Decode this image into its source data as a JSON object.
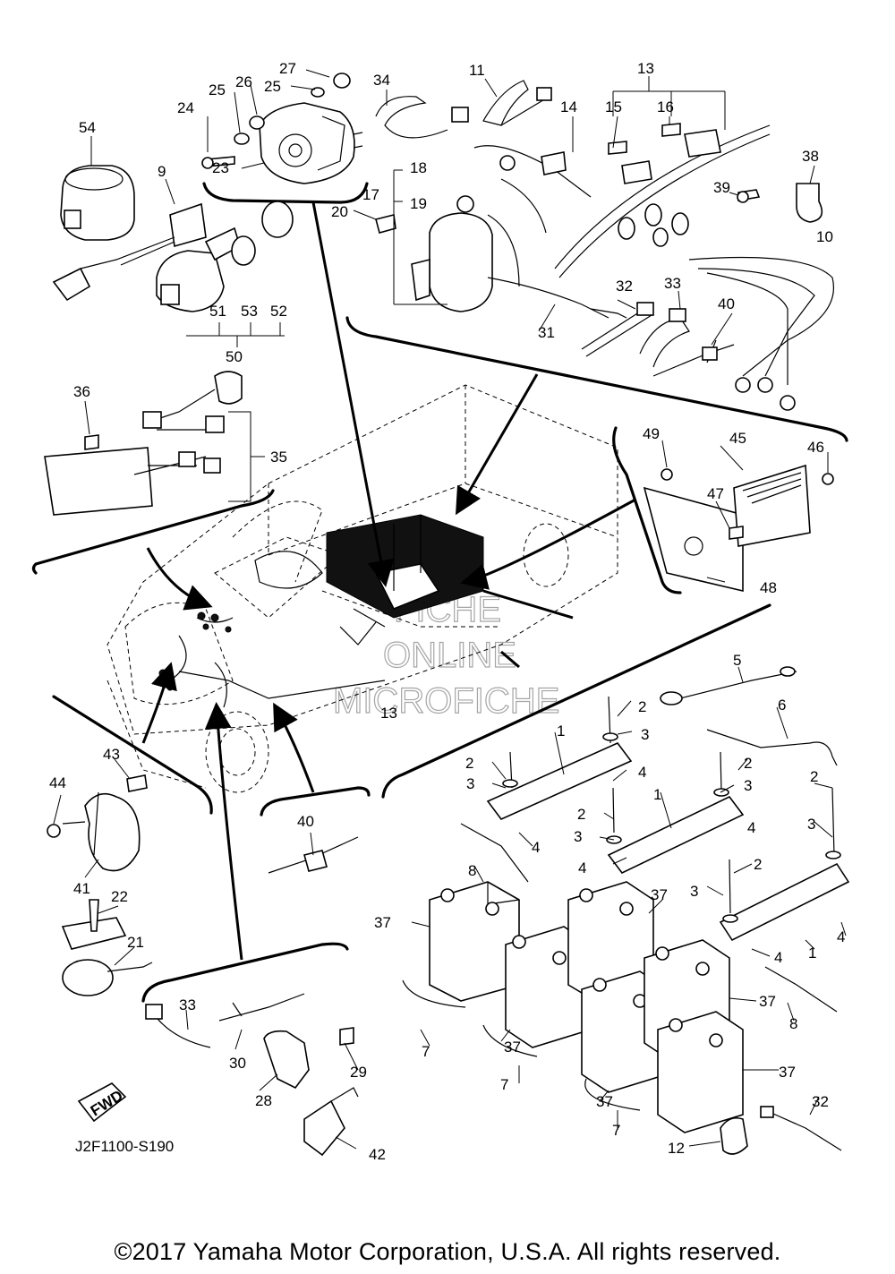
{
  "diagram_code": "J2F1100-S190",
  "fwd_label": "FWD",
  "watermark": [
    "FICHE",
    "ONLINE",
    "MICROFICHE"
  ],
  "copyright": "©2017 Yamaha Motor Corporation, U.S.A. All rights reserved.",
  "callouts": [
    "1",
    "2",
    "3",
    "4",
    "5",
    "6",
    "7",
    "8",
    "9",
    "10",
    "11",
    "12",
    "13",
    "14",
    "15",
    "16",
    "17",
    "18",
    "19",
    "20",
    "21",
    "22",
    "23",
    "24",
    "25",
    "26",
    "27",
    "28",
    "29",
    "30",
    "31",
    "32",
    "33",
    "34",
    "35",
    "36",
    "37",
    "38",
    "39",
    "40",
    "41",
    "42",
    "43",
    "44",
    "45",
    "46",
    "47",
    "48",
    "49",
    "50",
    "51",
    "52",
    "53",
    "54"
  ]
}
